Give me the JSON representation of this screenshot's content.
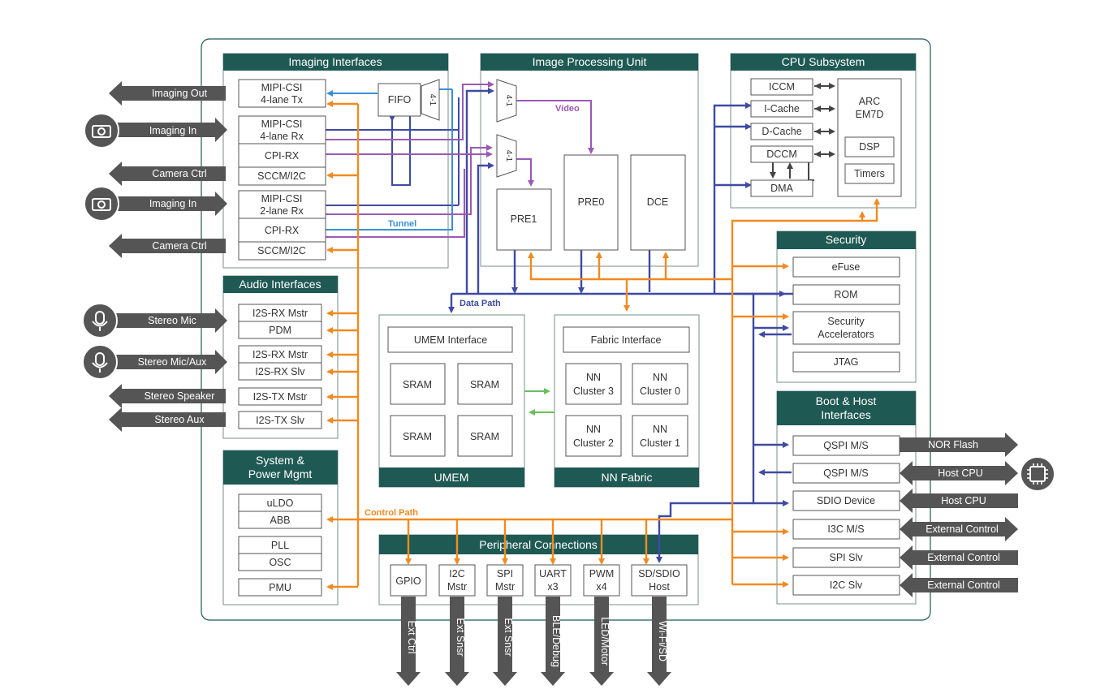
{
  "colors": {
    "header": "#1f5954",
    "data_path": "#3f4aa3",
    "control_path": "#f28a20",
    "video": "#9b59b6",
    "tunnel": "#3a8fd4",
    "umem_link": "#6abf5a",
    "external": "#555555"
  },
  "imaging": {
    "title": "Imaging Interfaces",
    "mipi_tx": [
      "MIPI-CSI",
      "4-lane Tx"
    ],
    "mipi_rx4": [
      "MIPI-CSI",
      "4-lane Rx"
    ],
    "cpi_rx_1": "CPI-RX",
    "sccm_1": "SCCM/I2C",
    "mipi_rx2": [
      "MIPI-CSI",
      "2-lane Rx"
    ],
    "cpi_rx_2": "CPI-RX",
    "sccm_2": "SCCM/I2C",
    "fifo": "FIFO",
    "mux": "4-1",
    "tunnel_label": "Tunnel"
  },
  "ipu": {
    "title": "Image Processing Unit",
    "mux_top": "4-1",
    "mux_bottom": "4-1",
    "video_label": "Video",
    "pre1": "PRE1",
    "pre0": "PRE0",
    "dce": "DCE"
  },
  "cpu": {
    "title": "CPU Subsystem",
    "iccm": "ICCM",
    "icache": "I-Cache",
    "dcache": "D-Cache",
    "dccm": "DCCM",
    "dma": "DMA",
    "arc": [
      "ARC",
      "EM7D"
    ],
    "dsp": "DSP",
    "timers": "Timers"
  },
  "security": {
    "title": "Security",
    "efuse": "eFuse",
    "rom": "ROM",
    "accel": [
      "Security",
      "Accelerators"
    ],
    "jtag": "JTAG"
  },
  "boot": {
    "title": [
      "Boot & Host",
      "Interfaces"
    ],
    "qspi1": "QSPI M/S",
    "qspi2": "QSPI M/S",
    "sdio": "SDIO Device",
    "i3c": "I3C M/S",
    "spi": "SPI Slv",
    "i2c": "I2C Slv"
  },
  "audio": {
    "title": "Audio Interfaces",
    "i2s_rx_mstr_1": "I2S-RX Mstr",
    "pdm": "PDM",
    "i2s_rx_mstr_2": "I2S-RX Mstr",
    "i2s_rx_slv": "I2S-RX Slv",
    "i2s_tx_mstr": "I2S-TX Mstr",
    "i2s_tx_slv": "I2S-TX Slv"
  },
  "power": {
    "title": [
      "System &",
      "Power Mgmt"
    ],
    "uldo": "uLDO",
    "abb": "ABB",
    "pll": "PLL",
    "osc": "OSC",
    "pmu": "PMU"
  },
  "umem": {
    "title": "UMEM",
    "interface": "UMEM Interface",
    "sram": [
      "SRAM",
      "SRAM",
      "SRAM",
      "SRAM"
    ]
  },
  "nn": {
    "title": "NN Fabric",
    "interface": "Fabric Interface",
    "clusters": [
      [
        "NN",
        "Cluster 3"
      ],
      [
        "NN",
        "Cluster 0"
      ],
      [
        "NN",
        "Cluster 2"
      ],
      [
        "NN",
        "Cluster 1"
      ]
    ]
  },
  "periph": {
    "title": "Peripheral Connections",
    "gpio": "GPIO",
    "i2c": [
      "I2C",
      "Mstr"
    ],
    "spi": [
      "SPI",
      "Mstr"
    ],
    "uart": [
      "UART",
      "x3"
    ],
    "pwm": [
      "PWM",
      "x4"
    ],
    "sd": [
      "SD/SDIO",
      "Host"
    ]
  },
  "labels": {
    "data_path": "Data Path",
    "control_path": "Control Path"
  },
  "external_left": {
    "imaging_out": "Imaging Out",
    "imaging_in_1": "Imaging In",
    "camera_ctrl_1": "Camera Ctrl",
    "imaging_in_2": "Imaging In",
    "camera_ctrl_2": "Camera Ctrl",
    "stereo_mic": "Stereo Mic",
    "stereo_mic_aux": "Stereo Mic/Aux",
    "stereo_speaker": "Stereo Speaker",
    "stereo_aux": "Stereo Aux"
  },
  "external_right": {
    "nor_flash": "NOR Flash",
    "host_cpu_1": "Host CPU",
    "host_cpu_2": "Host CPU",
    "ext_ctrl_1": "External Control",
    "ext_ctrl_2": "External Control",
    "ext_ctrl_3": "External Control"
  },
  "external_bottom": [
    "Ext Ctrl",
    "Ext Snsr",
    "Ext Snsr",
    "BLE/Debug",
    "LED/Motor",
    "Wi-Fi/SD"
  ],
  "icons": [
    "camera-icon",
    "camera-icon",
    "microphone-icon",
    "microphone-icon",
    "chip-icon"
  ]
}
